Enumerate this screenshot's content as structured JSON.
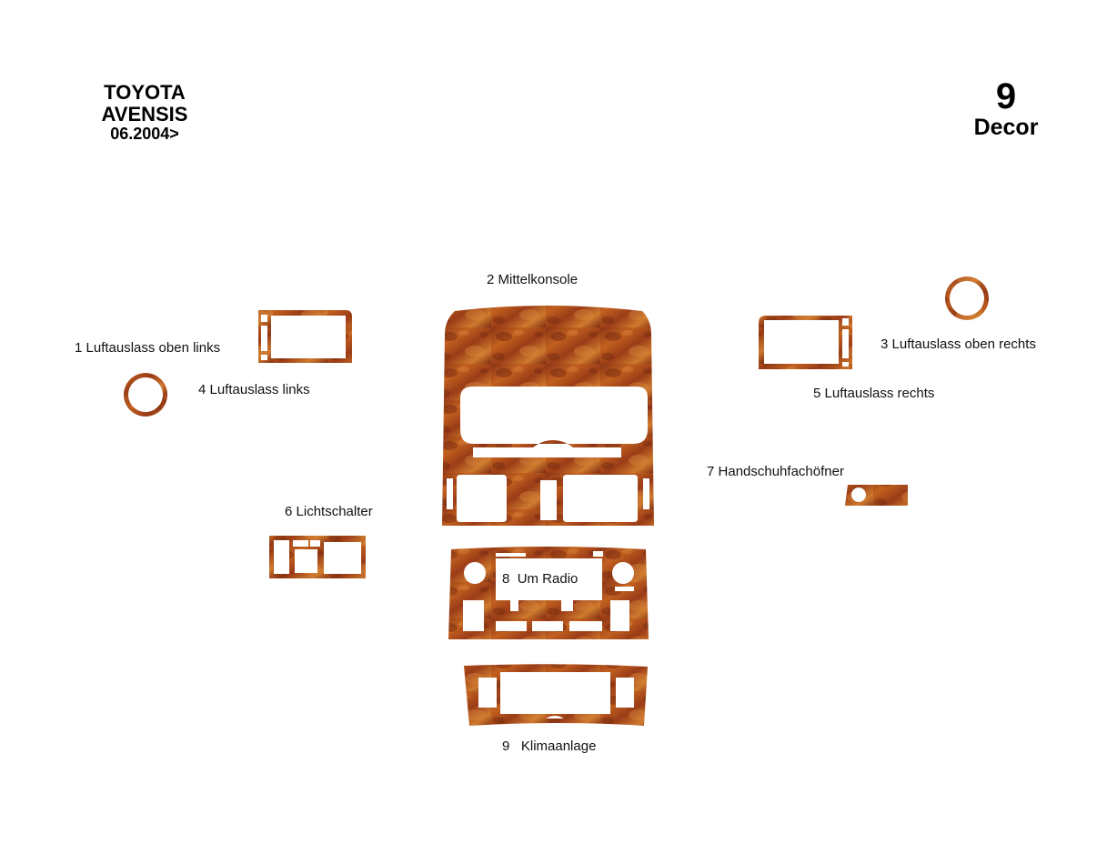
{
  "header": {
    "make": "TOYOTA",
    "model": "AVENSIS",
    "year": "06.2004>"
  },
  "summary": {
    "count": "9",
    "label": "Decor"
  },
  "colors": {
    "wood_dark": "#7a2a14",
    "wood_mid": "#b5551f",
    "wood_light": "#d98a3a",
    "cutout": "#ffffff"
  },
  "parts": [
    {
      "number": "1",
      "name": "Luftauslass oben links"
    },
    {
      "number": "2",
      "name": "Mittelkonsole"
    },
    {
      "number": "3",
      "name": "Luftauslass oben rechts"
    },
    {
      "number": "4",
      "name": "Luftauslass links"
    },
    {
      "number": "5",
      "name": "Luftauslass rechts"
    },
    {
      "number": "6",
      "name": "Lichtschalter"
    },
    {
      "number": "7",
      "name": "Handschuhfachöfner"
    },
    {
      "number": "8",
      "name": "Um Radio"
    },
    {
      "number": "9",
      "name": "Klimaanlage"
    }
  ]
}
